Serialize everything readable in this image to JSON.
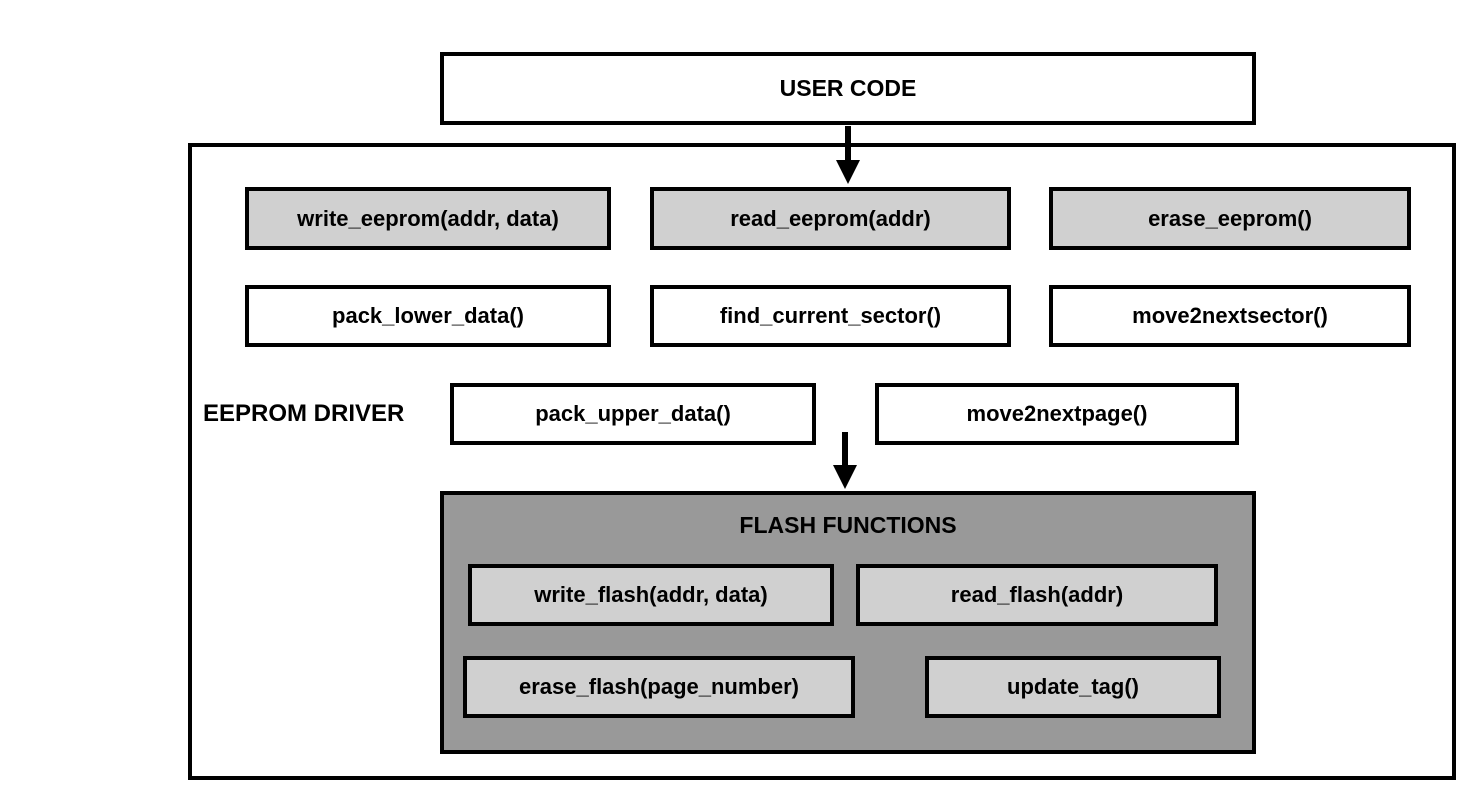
{
  "colors": {
    "background": "#ffffff",
    "border": "#000000",
    "light_box_fill": "#d0d0d0",
    "white_box_fill": "#ffffff",
    "flash_box_fill": "#999999",
    "text": "#000000"
  },
  "user_code": {
    "label": "USER CODE"
  },
  "eeprom_driver": {
    "label": "EEPROM DRIVER",
    "api_functions": [
      "write_eeprom(addr, data)",
      "read_eeprom(addr)",
      "erase_eeprom()"
    ],
    "helper_functions": [
      "pack_lower_data()",
      "find_current_sector()",
      "move2nextsector()",
      "pack_upper_data()",
      "move2nextpage()"
    ]
  },
  "flash_functions": {
    "label": "FLASH FUNCTIONS",
    "functions": [
      "write_flash(addr, data)",
      "read_flash(addr)",
      "erase_flash(page_number)",
      "update_tag()"
    ]
  }
}
